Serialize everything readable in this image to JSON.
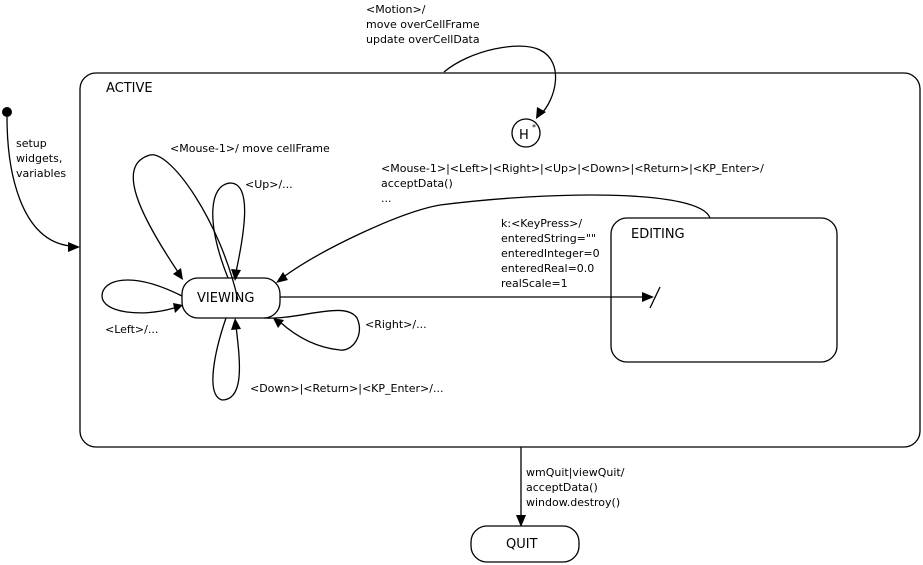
{
  "states": {
    "active": "ACTIVE",
    "viewing": "VIEWING",
    "editing": "EDITING",
    "quit": "QUIT",
    "history": "H",
    "history_sup": "*"
  },
  "transitions": {
    "initial": [
      "setup",
      "widgets,",
      "variables"
    ],
    "motion": [
      "<Motion>/",
      "move overCellFrame",
      "update overCellData"
    ],
    "mouse1": "<Mouse-1>/ move cellFrame",
    "up": "<Up>/...",
    "left": "<Left>/...",
    "right": "<Right>/...",
    "down": "<Down>|<Return>|<KP_Enter>/...",
    "editing_exit": [
      "<Mouse-1>|<Left>|<Right>|<Up>|<Down>|<Return>|<KP_Enter>/",
      "acceptData()",
      "..."
    ],
    "keypress": [
      "k:<KeyPress>/",
      "enteredString=\"\"",
      "enteredInteger=0",
      "enteredReal=0.0",
      "realScale=1"
    ],
    "quit": [
      "wmQuit|viewQuit/",
      "acceptData()",
      "window.destroy()"
    ]
  }
}
